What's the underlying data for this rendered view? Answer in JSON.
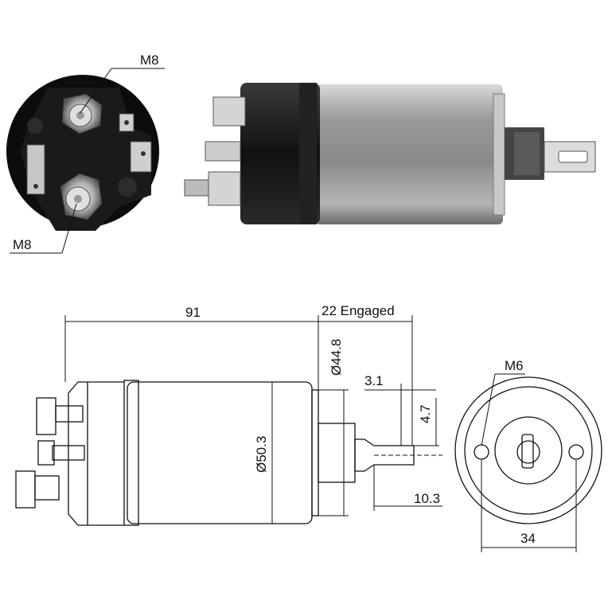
{
  "photo_labels": {
    "top_terminal": "M8",
    "bottom_terminal": "M8"
  },
  "side_view": {
    "length": "91",
    "stroke": "22 Engaged",
    "body_diameter": "Ø50.3",
    "flange_diameter": "Ø44.8",
    "eye_width": "3.1",
    "eye_thickness": "4.7",
    "eye_length": "10.3"
  },
  "end_view": {
    "mount_thread": "M6",
    "hole_spacing": "34"
  }
}
